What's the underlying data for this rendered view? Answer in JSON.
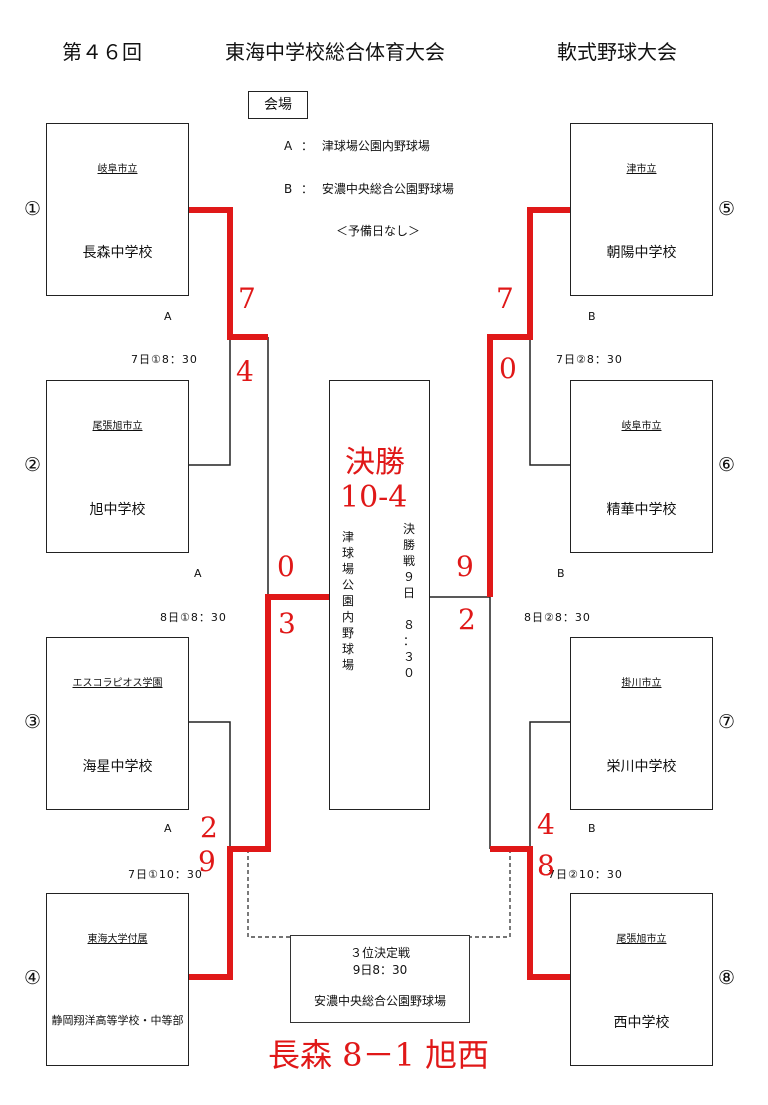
{
  "header": {
    "edition": "第４６回",
    "tournament": "東海中学校総合体育大会",
    "sport": "軟式野球大会"
  },
  "venues": {
    "label": "会場",
    "a": {
      "key": "A",
      "sep": "：",
      "name": "津球場公園内野球場"
    },
    "b": {
      "key": "B",
      "sep": "：",
      "name": "安濃中央総合公園野球場"
    },
    "note": "＜予備日なし＞"
  },
  "teams": [
    {
      "seed": "①",
      "pref": "岐阜市立",
      "school": "長森中学校"
    },
    {
      "seed": "②",
      "pref": "尾張旭市立",
      "school": "旭中学校"
    },
    {
      "seed": "③",
      "pref": "エスコラピオス学園",
      "school": "海星中学校"
    },
    {
      "seed": "④",
      "pref": "東海大学付属",
      "school": "静岡翔洋高等学校・中等部"
    },
    {
      "seed": "⑤",
      "pref": "津市立",
      "school": "朝陽中学校"
    },
    {
      "seed": "⑥",
      "pref": "岐阜市立",
      "school": "精華中学校"
    },
    {
      "seed": "⑦",
      "pref": "掛川市立",
      "school": "栄川中学校"
    },
    {
      "seed": "⑧",
      "pref": "尾張旭市立",
      "school": "西中学校"
    }
  ],
  "matches": {
    "m1": {
      "venue": "A",
      "time": "7日①8：30"
    },
    "m2": {
      "venue": "A",
      "time": "7日①10：30"
    },
    "m3": {
      "venue": "B",
      "time": "7日②8：30"
    },
    "m4": {
      "venue": "B",
      "time": "7日②10：30"
    },
    "semi_left": {
      "venue": "A",
      "time": "8日①8：30"
    },
    "semi_right": {
      "venue": "B",
      "time": "8日②8：30"
    }
  },
  "final": {
    "venue_vertical": "津球場公園内野球場",
    "time_vertical": "決勝戦９日　８：３０"
  },
  "third_place": {
    "title": "３位決定戦",
    "time": "9日8：30",
    "venue": "安濃中央総合公園野球場"
  },
  "handwritten": {
    "final_label": "決勝",
    "final_score": "10-4",
    "s1_top": "7",
    "s1_bottom": "4",
    "s3_top": "7",
    "s3_bottom": "0",
    "s2_top": "2",
    "s2_bottom": "9",
    "s4_top": "4",
    "s4_bottom": "8",
    "semi_l_top": "0",
    "semi_l_bottom": "3",
    "semi_r_top": "9",
    "semi_r_bottom": "2",
    "third_result": "長森 8－1 旭西"
  },
  "colors": {
    "winner_line": "#e01818",
    "line": "#222222"
  }
}
